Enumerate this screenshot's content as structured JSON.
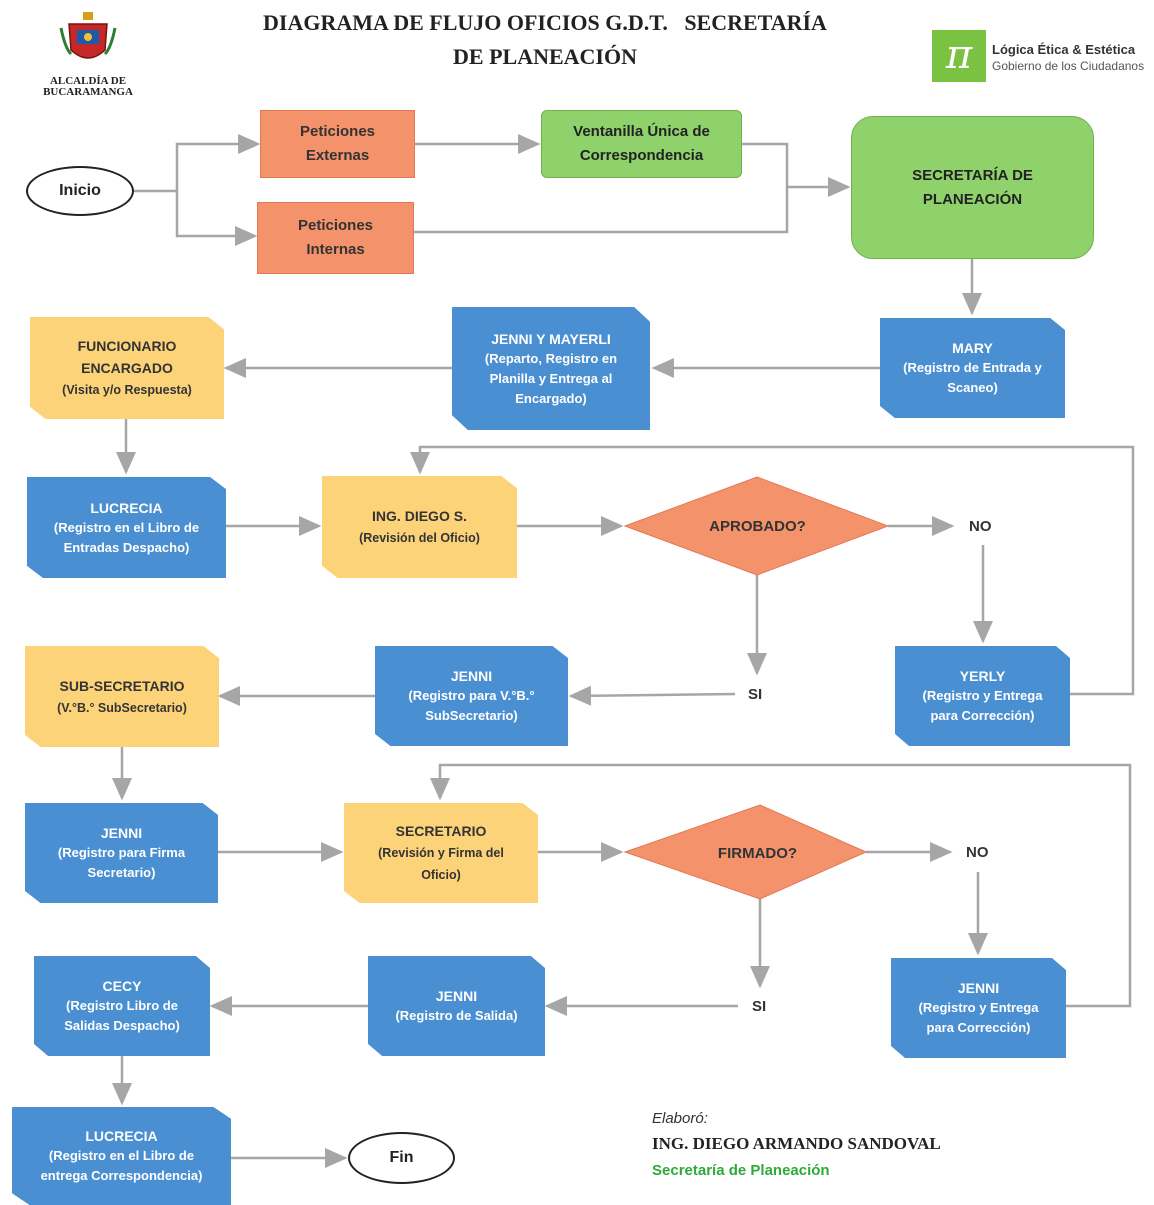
{
  "header": {
    "title_line1": "DIAGRAMA DE FLUJO OFICIOS G.D.T.   SECRETARÍA",
    "title_line2": "DE PLANEACIÓN",
    "logo_left_line1": "ALCALDÍA DE",
    "logo_left_line2": "BUCARAMANGA",
    "logo_right_symbol": "π",
    "logo_right_line1": "Lógica Ética & Estética",
    "logo_right_line2": "Gobierno de los Ciudadanos"
  },
  "nodes": {
    "inicio": "Inicio",
    "fin": "Fin",
    "pet_ext": [
      "Peticiones",
      "Externas"
    ],
    "pet_int": [
      "Peticiones",
      "Internas"
    ],
    "ventanilla": [
      "Ventanilla Única de",
      "Correspondencia"
    ],
    "secretaria": [
      "SECRETARÍA DE",
      "PLANEACIÓN"
    ],
    "mary": {
      "title": "MARY",
      "desc": "(Registro de Entrada y Scaneo)"
    },
    "jenni_mayerli": {
      "title": "JENNI Y MAYERLI",
      "desc": "(Reparto, Registro en Planilla y Entrega al Encargado)"
    },
    "funcionario": {
      "title": "FUNCIONARIO ENCARGADO",
      "desc": "(Visita y/o Respuesta)"
    },
    "lucrecia1": {
      "title": "LUCRECIA",
      "desc": "(Registro en el Libro de Entradas Despacho)"
    },
    "diego": {
      "title": "ING. DIEGO S.",
      "desc": "(Revisión del Oficio)"
    },
    "aprobado": "APROBADO?",
    "no1": "NO",
    "si1": "SI",
    "yerly": {
      "title": "YERLY",
      "desc": "(Registro y Entrega para Corrección)"
    },
    "jenni_vb": {
      "title": "JENNI",
      "desc": "(Registro para V.°B.° SubSecretario)"
    },
    "subsecretario": {
      "title": "SUB-SECRETARIO",
      "desc": "(V.°B.° SubSecretario)"
    },
    "jenni_firma": {
      "title": "JENNI",
      "desc": "(Registro para Firma Secretario)"
    },
    "secretario": {
      "title": "SECRETARIO",
      "desc": "(Revisión y Firma del Oficio)"
    },
    "firmado": "FIRMADO?",
    "no2": "NO",
    "si2": "SI",
    "jenni_corr": {
      "title": "JENNI",
      "desc": "(Registro y Entrega para Corrección)"
    },
    "jenni_salida": {
      "title": "JENNI",
      "desc": "(Registro de Salida)"
    },
    "cecy": {
      "title": "CECY",
      "desc": "(Registro Libro de Salidas Despacho)"
    },
    "lucrecia2": {
      "title": "LUCRECIA",
      "desc": "(Registro en el Libro de entrega Correspondencia)"
    }
  },
  "footer": {
    "elaboro": "Elaboró:",
    "name": "ING. DIEGO ARMANDO SANDOVAL",
    "dept": "Secretaría de Planeación"
  },
  "colors": {
    "orange": "#f4936b",
    "green": "#8fd16a",
    "blue": "#4a8fd2",
    "yellow": "#fdd37a",
    "diamond": "#f4936b",
    "connector": "#a6a6a6",
    "footer_green": "#2eaa3a"
  },
  "icons": {
    "logo_left": "coat-of-arms-icon",
    "logo_right": "pi-icon"
  }
}
